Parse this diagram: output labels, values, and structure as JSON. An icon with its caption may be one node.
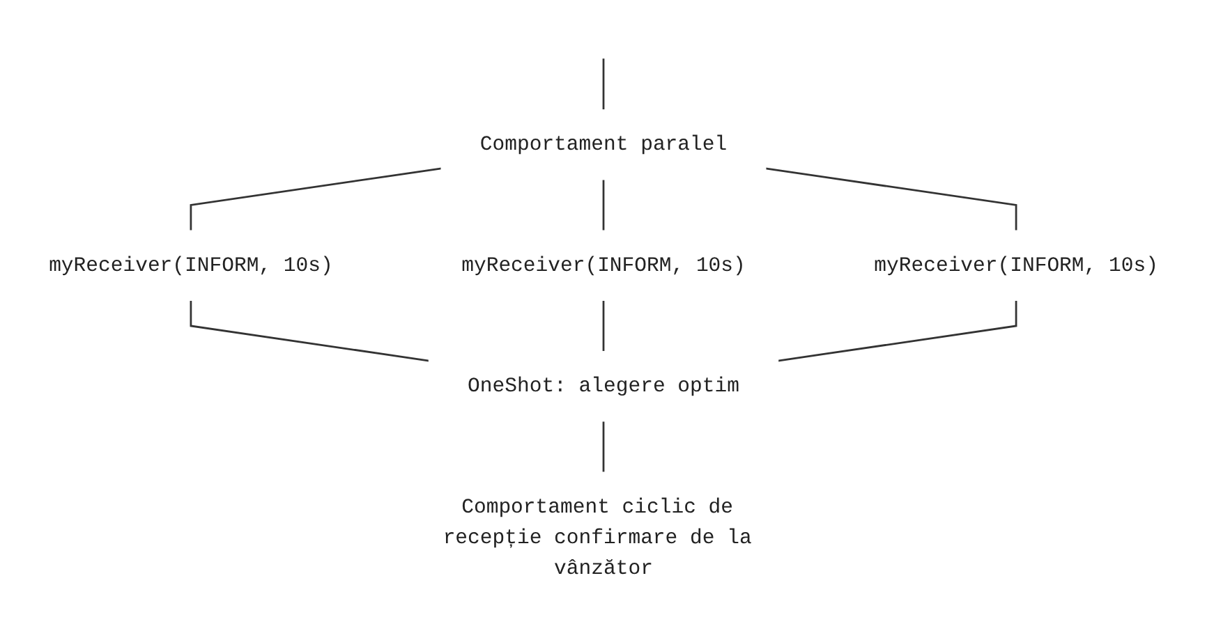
{
  "diagram": {
    "nodes": [
      {
        "text": [
          "Comportament paralel"
        ]
      },
      {
        "text": [
          "myReceiver(INFORM, 10s)"
        ]
      },
      {
        "text": [
          "myReceiver(INFORM, 10s)"
        ]
      },
      {
        "text": [
          "myReceiver(INFORM, 10s)"
        ]
      },
      {
        "text": [
          "OneShot: alegere optim"
        ]
      },
      {
        "text": [
          "Comportament ciclic de recepție confirmare de la vânzător"
        ]
      }
    ],
    "edges": [
      {
        "from": null,
        "to": 0,
        "arrow": "none"
      },
      {
        "from": 0,
        "to": 1,
        "arrow": "none"
      },
      {
        "from": 0,
        "to": 2,
        "arrow": "none"
      },
      {
        "from": 0,
        "to": 3,
        "arrow": "none"
      },
      {
        "from": 1,
        "to": 4,
        "arrow": "none"
      },
      {
        "from": 2,
        "to": 4,
        "arrow": "none"
      },
      {
        "from": 3,
        "to": 4,
        "arrow": "none"
      },
      {
        "from": 4,
        "to": 5,
        "arrow": "none"
      }
    ]
  }
}
